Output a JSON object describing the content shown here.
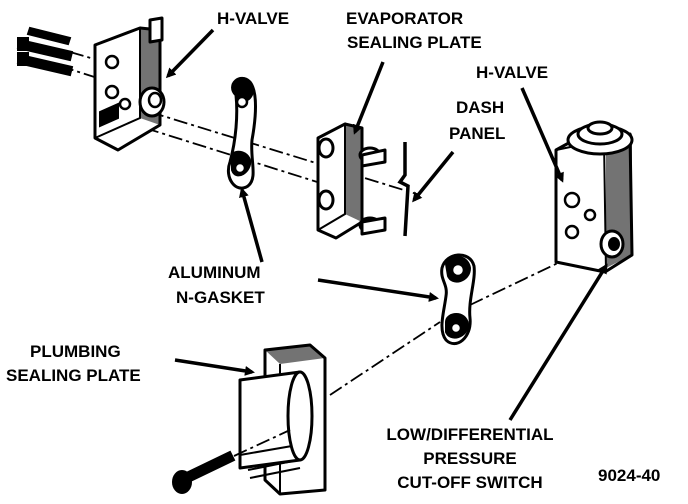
{
  "labels": {
    "h_valve_top": "H-VALVE",
    "evaporator_line1": "EVAPORATOR",
    "evaporator_line2": "SEALING PLATE",
    "h_valve_right": "H-VALVE",
    "dash_line1": "DASH",
    "dash_line2": "PANEL",
    "gasket_line1": "ALUMINUM",
    "gasket_line2": "N-GASKET",
    "plumbing_line1": "PLUMBING",
    "plumbing_line2": "SEALING PLATE",
    "switch_line1": "LOW/DIFFERENTIAL",
    "switch_line2": "PRESSURE",
    "switch_line3": "CUT-OFF SWITCH",
    "figure_number": "9024-40"
  }
}
